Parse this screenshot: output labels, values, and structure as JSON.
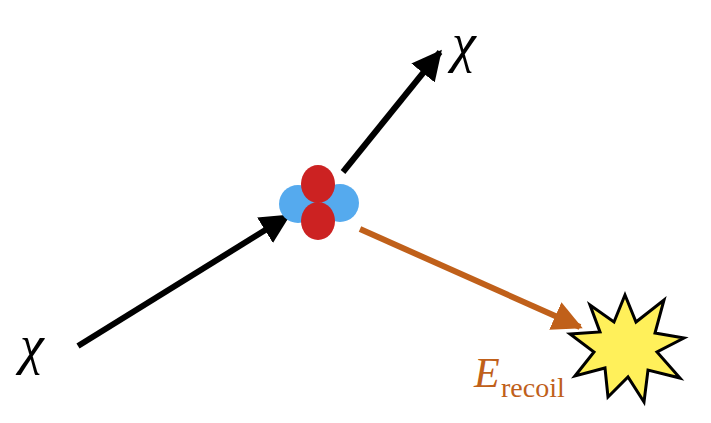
{
  "diagram": {
    "labels": [
      "χ",
      "χ",
      "E",
      "recoil"
    ]
  }
}
